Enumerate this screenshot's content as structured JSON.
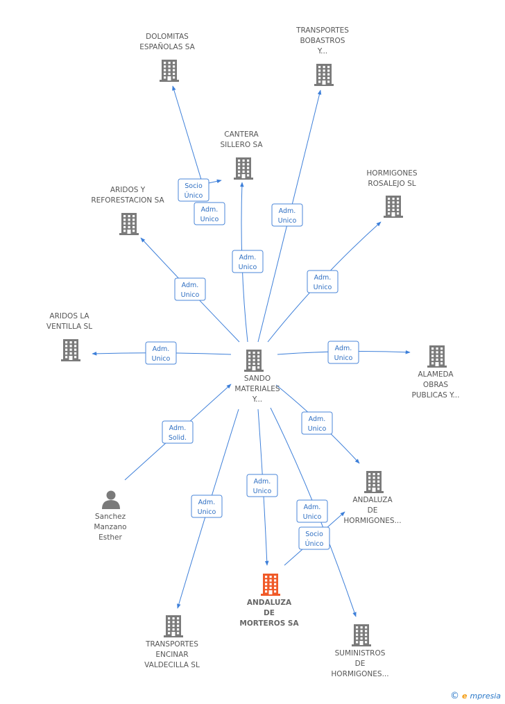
{
  "colors": {
    "node": "#7a7a7a",
    "focus_node": "#f05a28",
    "edge": "#3d7fd9",
    "edge_label": "#2f6fc2"
  },
  "nodes": [
    {
      "id": "dolomitas",
      "kind": "company",
      "lines": [
        "DOLOMITAS",
        "ESPAÑOLAS SA"
      ]
    },
    {
      "id": "bobastros",
      "kind": "company",
      "lines": [
        "TRANSPORTES",
        "BOBASTROS",
        "Y..."
      ]
    },
    {
      "id": "cantera",
      "kind": "company",
      "lines": [
        "CANTERA",
        "SILLERO SA"
      ]
    },
    {
      "id": "rosalejo",
      "kind": "company",
      "lines": [
        "HORMIGONES",
        "ROSALEJO SL"
      ]
    },
    {
      "id": "reforestacion",
      "kind": "company",
      "lines": [
        "ARIDOS Y",
        "REFORESTACION SA"
      ]
    },
    {
      "id": "ventilla",
      "kind": "company",
      "lines": [
        "ARIDOS LA",
        "VENTILLA SL"
      ]
    },
    {
      "id": "sando",
      "kind": "company",
      "lines": [
        "SANDO",
        "MATERIALES",
        "Y..."
      ]
    },
    {
      "id": "alameda",
      "kind": "company",
      "lines": [
        "ALAMEDA",
        "OBRAS",
        "PUBLICAS Y..."
      ]
    },
    {
      "id": "andaluza_horm",
      "kind": "company",
      "lines": [
        "ANDALUZA",
        "DE",
        "HORMIGONES..."
      ]
    },
    {
      "id": "sanchez",
      "kind": "person",
      "lines": [
        "Sanchez",
        "Manzano",
        "Esther"
      ]
    },
    {
      "id": "morteros",
      "kind": "focus",
      "lines": [
        "ANDALUZA",
        "DE",
        "MORTEROS SA"
      ]
    },
    {
      "id": "encinar",
      "kind": "company",
      "lines": [
        "TRANSPORTES",
        "ENCINAR",
        "VALDECILLA SL"
      ]
    },
    {
      "id": "suministros",
      "kind": "company",
      "lines": [
        "SUMINISTROS",
        "DE",
        "HORMIGONES..."
      ]
    }
  ],
  "edges": [
    {
      "from": "sando",
      "to": "dolomitas",
      "label": [
        "Socio",
        "Único"
      ]
    },
    {
      "from": "sando",
      "to": "cantera",
      "label": [
        "Adm.",
        "Unico"
      ]
    },
    {
      "from": "sando",
      "to": "cantera",
      "label": [
        "Adm.",
        "Unico"
      ]
    },
    {
      "from": "sando",
      "to": "bobastros",
      "label": [
        "Adm.",
        "Unico"
      ]
    },
    {
      "from": "sando",
      "to": "rosalejo",
      "label": [
        "Adm.",
        "Unico"
      ]
    },
    {
      "from": "sando",
      "to": "reforestacion",
      "label": [
        "Adm.",
        "Unico"
      ]
    },
    {
      "from": "sando",
      "to": "ventilla",
      "label": [
        "Adm.",
        "Unico"
      ]
    },
    {
      "from": "sando",
      "to": "alameda",
      "label": [
        "Adm.",
        "Unico"
      ]
    },
    {
      "from": "sando",
      "to": "andaluza_horm",
      "label": [
        "Adm.",
        "Unico"
      ]
    },
    {
      "from": "sanchez",
      "to": "sando",
      "label": [
        "Adm.",
        "Solid."
      ]
    },
    {
      "from": "sando",
      "to": "encinar",
      "label": [
        "Adm.",
        "Unico"
      ]
    },
    {
      "from": "sando",
      "to": "morteros",
      "label": [
        "Adm.",
        "Unico"
      ]
    },
    {
      "from": "sando",
      "to": "suministros",
      "label": [
        "Adm.",
        "Unico"
      ]
    },
    {
      "from": "morteros",
      "to": "andaluza_horm",
      "label": [
        "Socio",
        "Único"
      ]
    }
  ],
  "footer": {
    "copyright": "©",
    "brand_initial": "e",
    "brand_rest": "mpresia"
  }
}
